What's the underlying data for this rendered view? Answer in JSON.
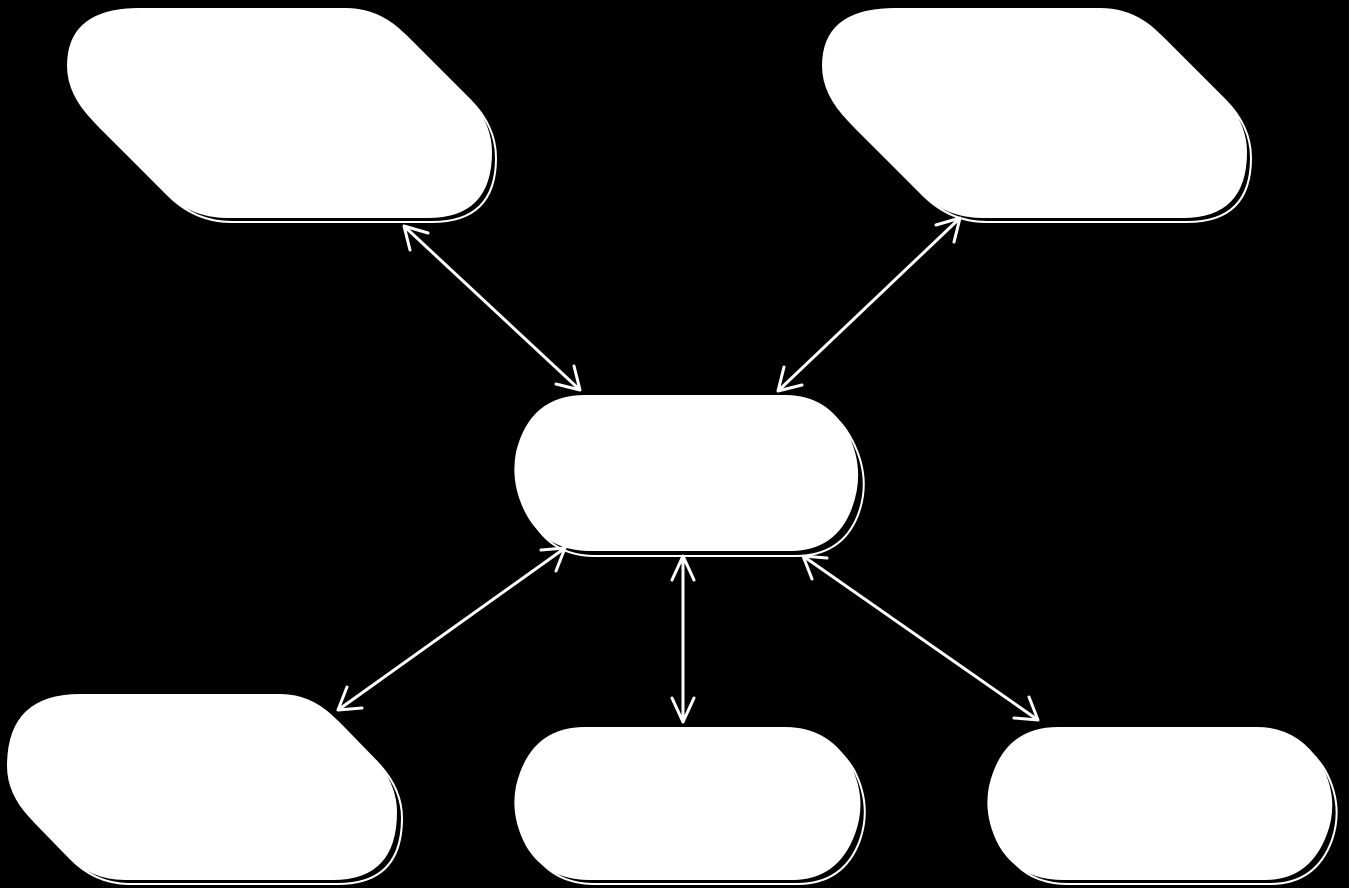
{
  "diagram": {
    "background_color": "#000000",
    "node_color": "#ffffff",
    "edge_color": "#ffffff",
    "nodes": {
      "top_left": {
        "label": ""
      },
      "top_right": {
        "label": ""
      },
      "center": {
        "label": ""
      },
      "bottom_left": {
        "label": ""
      },
      "bottom_middle": {
        "label": ""
      },
      "bottom_right": {
        "label": ""
      }
    },
    "edges": [
      {
        "from": "top_left",
        "to": "center",
        "direction": "both"
      },
      {
        "from": "top_right",
        "to": "center",
        "direction": "both"
      },
      {
        "from": "center",
        "to": "bottom_left",
        "direction": "both"
      },
      {
        "from": "center",
        "to": "bottom_middle",
        "direction": "both"
      },
      {
        "from": "center",
        "to": "bottom_right",
        "direction": "both"
      }
    ]
  }
}
